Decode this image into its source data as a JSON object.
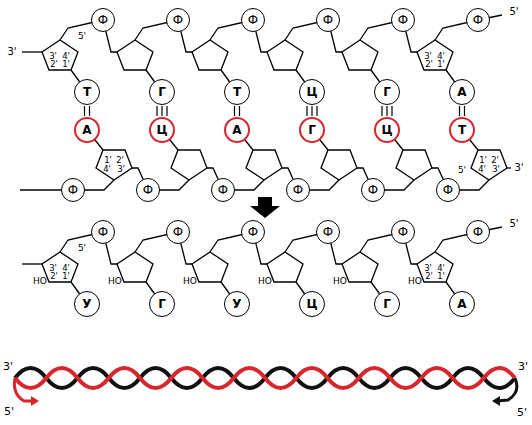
{
  "diagram": {
    "nodes": [
      {
        "text": [
          "Ф"
        ]
      },
      {
        "text": [
          "Ф"
        ]
      },
      {
        "text": [
          "Ф"
        ]
      },
      {
        "text": [
          "Ф"
        ]
      },
      {
        "text": [
          "Ф"
        ]
      },
      {
        "text": [
          "Ф"
        ]
      },
      {
        "text": [
          "Т"
        ]
      },
      {
        "text": [
          "Г"
        ]
      },
      {
        "text": [
          "Т"
        ]
      },
      {
        "text": [
          "Ц"
        ]
      },
      {
        "text": [
          "Г"
        ]
      },
      {
        "text": [
          "А"
        ]
      },
      {
        "text": [
          "А"
        ]
      },
      {
        "text": [
          "Ц"
        ]
      },
      {
        "text": [
          "А"
        ]
      },
      {
        "text": [
          "Г"
        ]
      },
      {
        "text": [
          "Ц"
        ]
      },
      {
        "text": [
          "Т"
        ]
      },
      {
        "text": [
          "Ф"
        ]
      },
      {
        "text": [
          "Ф"
        ]
      },
      {
        "text": [
          "Ф"
        ]
      },
      {
        "text": [
          "Ф"
        ]
      },
      {
        "text": [
          "Ф"
        ]
      },
      {
        "text": [
          "Ф"
        ]
      },
      {
        "text": [
          "Ф"
        ]
      },
      {
        "text": [
          "Ф"
        ]
      },
      {
        "text": [
          "Ф"
        ]
      },
      {
        "text": [
          "Ф"
        ]
      },
      {
        "text": [
          "Ф"
        ]
      },
      {
        "text": [
          "Ф"
        ]
      },
      {
        "text": [
          "У"
        ]
      },
      {
        "text": [
          "Г"
        ]
      },
      {
        "text": [
          "У"
        ]
      },
      {
        "text": [
          "Ц"
        ]
      },
      {
        "text": [
          "Г"
        ]
      },
      {
        "text": [
          "А"
        ]
      }
    ],
    "edges": [
      {
        "from": 6,
        "to": 12,
        "arrow": "none"
      },
      {
        "from": 7,
        "to": 13,
        "arrow": "none"
      },
      {
        "from": 8,
        "to": 14,
        "arrow": "none"
      },
      {
        "from": 9,
        "to": 15,
        "arrow": "none"
      },
      {
        "from": 10,
        "to": 16,
        "arrow": "none"
      },
      {
        "from": 11,
        "to": 17,
        "arrow": "none"
      }
    ],
    "labels": [
      "3'",
      "3'",
      "4'",
      "2'",
      "1'",
      "5'",
      "3'",
      "4'",
      "2'",
      "1'",
      "5'",
      "1'",
      "2'",
      "4'",
      "3'",
      "1'",
      "2'",
      "4'",
      "3'",
      "5'",
      "3'",
      "3'",
      "4'",
      "2'",
      "1'",
      "5'",
      "HO",
      "HO",
      "HO",
      "HO",
      "HO",
      "HO",
      "3'",
      "4'",
      "2'",
      "1'",
      "5'",
      "3'",
      "5'",
      "3'",
      "5'"
    ]
  }
}
